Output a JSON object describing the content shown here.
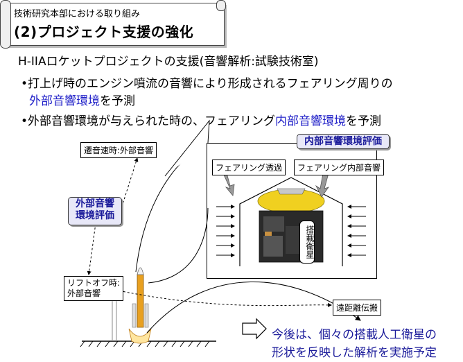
{
  "banner": {
    "subtitle": "技術研究本部における取り組み",
    "title": "(2)プロジェクト支援の強化"
  },
  "heading": "H-IIAロケットプロジェクトの支援(音響解析:試験技術室)",
  "bullets": {
    "b1_line1": "•打上げ時のエンジン噴流の音響により形成されるフェアリング周りの",
    "b1_line2_blue": "外部音響環境",
    "b1_line2_rest": "を予測",
    "b2_part1": "•外部音響環境が与えられた時の、フェアリング",
    "b2_blue": "内部音響環境",
    "b2_part3": "を予測"
  },
  "diagram": {
    "transonic_label": "遷音速時:外部音響",
    "external_callout_line1": "外部音響",
    "external_callout_line2": "環境評価",
    "internal_callout": "内部音響環境評価",
    "fairing_transmission": "フェアリング透過",
    "fairing_internal": "フェアリング内部音響",
    "satellite_label": "搭載衛星",
    "liftoff_line1": "リフトオフ時:",
    "liftoff_line2": "外部音響",
    "long_range": "遠距離伝搬"
  },
  "note": {
    "line1": "今後は、個々の搭載人工衛星の",
    "line2": "形状を反映した解析を実施予定"
  },
  "colors": {
    "accent_blue": "#2020c8",
    "callout_fill": "#e8e8f8"
  }
}
